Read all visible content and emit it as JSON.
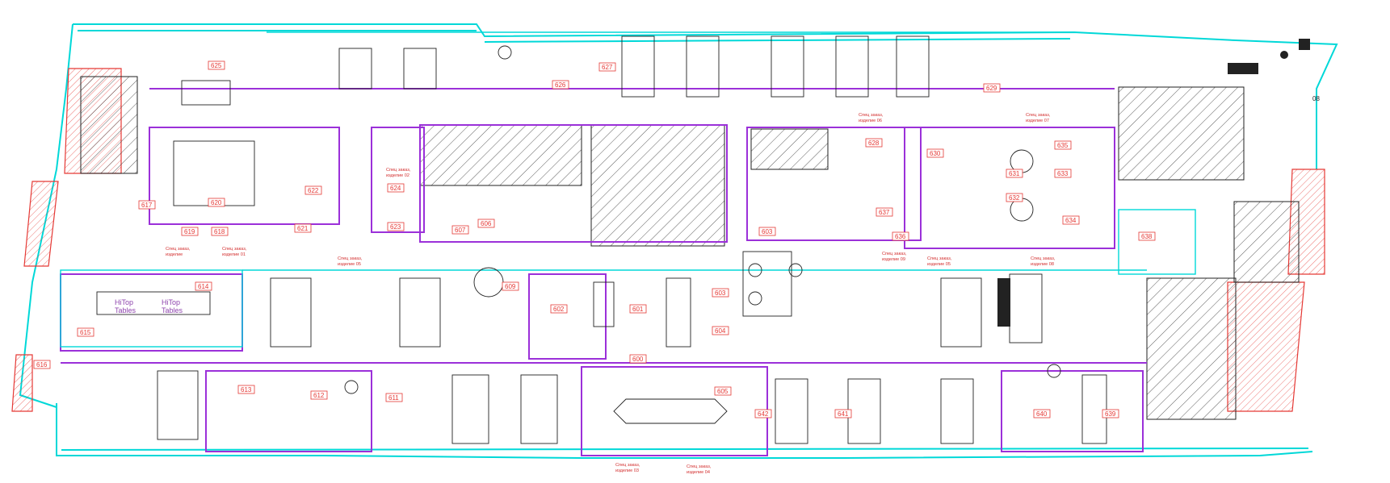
{
  "plan": {
    "colors": {
      "outer_wall": "#00d8d8",
      "partition": "#9b30d9",
      "core": "#e53935",
      "hatch": "#333333",
      "label": "#e53935",
      "furniture": "#222222"
    },
    "rooms": [
      {
        "id": "625",
        "label": "625"
      },
      {
        "id": "620",
        "label": "620"
      },
      {
        "id": "622",
        "label": "622"
      },
      {
        "id": "617",
        "label": "617"
      },
      {
        "id": "619",
        "label": "619"
      },
      {
        "id": "618",
        "label": "618"
      },
      {
        "id": "621",
        "label": "621"
      },
      {
        "id": "624",
        "label": "624"
      },
      {
        "id": "623",
        "label": "623"
      },
      {
        "id": "607",
        "label": "607"
      },
      {
        "id": "606",
        "label": "606"
      },
      {
        "id": "626",
        "label": "626"
      },
      {
        "id": "627",
        "label": "627"
      },
      {
        "id": "628",
        "label": "628"
      },
      {
        "id": "629",
        "label": "629"
      },
      {
        "id": "603",
        "label": "603"
      },
      {
        "id": "630",
        "label": "630"
      },
      {
        "id": "631",
        "label": "631"
      },
      {
        "id": "632",
        "label": "632"
      },
      {
        "id": "637",
        "label": "637"
      },
      {
        "id": "636",
        "label": "636"
      },
      {
        "id": "635",
        "label": "635"
      },
      {
        "id": "633",
        "label": "633"
      },
      {
        "id": "634",
        "label": "634"
      },
      {
        "id": "638",
        "label": "638"
      },
      {
        "id": "615",
        "label": "615"
      },
      {
        "id": "616",
        "label": "616"
      },
      {
        "id": "614",
        "label": "614"
      },
      {
        "id": "609",
        "label": "609"
      },
      {
        "id": "602",
        "label": "602"
      },
      {
        "id": "601",
        "label": "601"
      },
      {
        "id": "603b",
        "label": "603"
      },
      {
        "id": "604",
        "label": "604"
      },
      {
        "id": "600",
        "label": "600"
      },
      {
        "id": "613",
        "label": "613"
      },
      {
        "id": "612",
        "label": "612"
      },
      {
        "id": "611",
        "label": "611"
      },
      {
        "id": "605",
        "label": "605"
      },
      {
        "id": "642",
        "label": "642"
      },
      {
        "id": "641",
        "label": "641"
      },
      {
        "id": "640",
        "label": "640"
      },
      {
        "id": "639",
        "label": "639"
      },
      {
        "id": "08",
        "label": "08"
      }
    ],
    "notes": {
      "n02": {
        "line1": "Спец заказ,",
        "line2": "изделие 02"
      },
      "n06": {
        "line1": "Спец заказ,",
        "line2": "изделие 06"
      },
      "n07": {
        "line1": "Спец заказ,",
        "line2": "изделие 07"
      },
      "n_top_left": {
        "line1": "Спец заказ,",
        "line2": "изделие"
      },
      "n01": {
        "line1": "Спец заказ,",
        "line2": "изделие 01"
      },
      "n05": {
        "line1": "Спец заказ,",
        "line2": "изделие 05"
      },
      "n09": {
        "line1": "Спец заказ,",
        "line2": "изделие 09"
      },
      "n05b": {
        "line1": "Спец заказ,",
        "line2": "изделие 05"
      },
      "n08": {
        "line1": "Спец заказ,",
        "line2": "изделие 08"
      },
      "n03": {
        "line1": "Спец заказ,",
        "line2": "изделие 03"
      },
      "n04": {
        "line1": "Спец заказ,",
        "line2": "изделие 04"
      }
    },
    "table_labels": {
      "t1": {
        "line1": "HiTop",
        "line2": "Tables"
      },
      "t2": {
        "line1": "HiTop",
        "line2": "Tables"
      }
    }
  }
}
